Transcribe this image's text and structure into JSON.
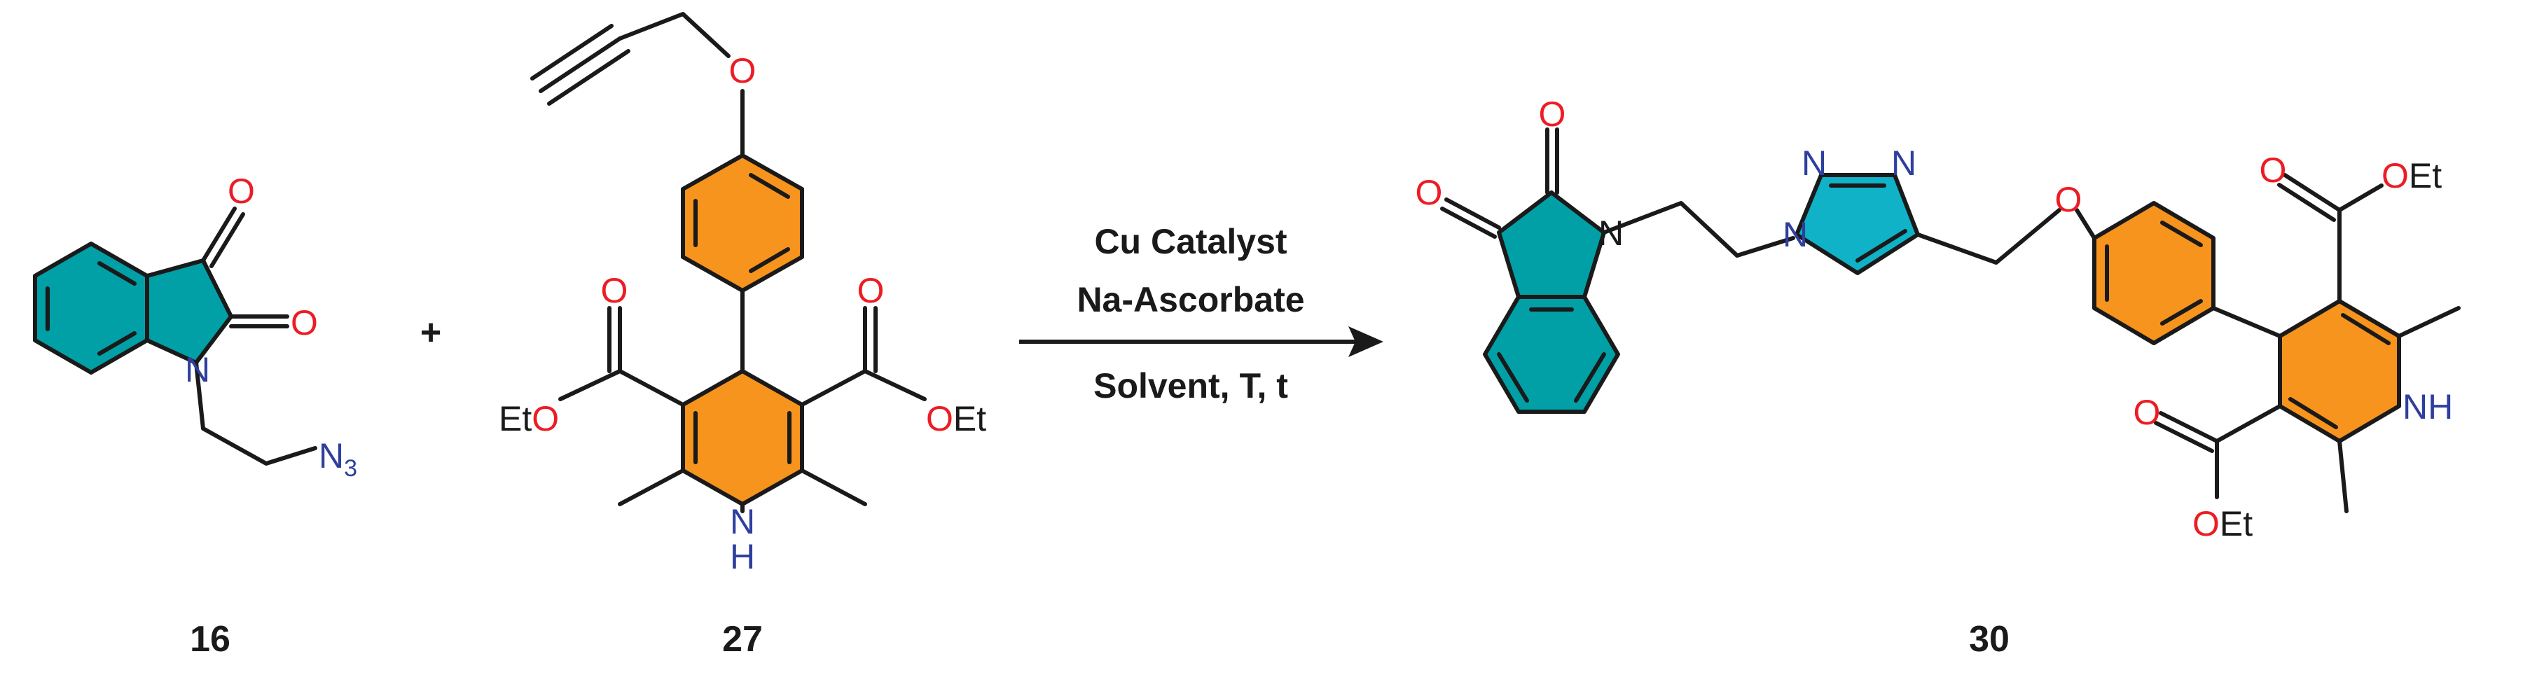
{
  "colors": {
    "bond": "#1a1a1a",
    "oxygen": "#ed1c24",
    "nitrogen": "#2e3f9e",
    "isatin_ring": "#00a0a6",
    "phenyl_ring": "#f7941d",
    "dihydropyridine_ring": "#f7941d",
    "triazole_ring": "#10b2c8"
  },
  "plus_sign": "+",
  "reaction": {
    "conditions_line1": "Cu Catalyst",
    "conditions_line2": "Na-Ascorbate",
    "conditions_line3": "Solvent, T, t"
  },
  "compounds": [
    {
      "id": "16",
      "atoms": {
        "o1": "O",
        "o2": "O",
        "n": "N",
        "azide": "N",
        "azide_sub": "3"
      }
    },
    {
      "id": "27",
      "atoms": {
        "o_ether": "O",
        "o_left_carbonyl": "O",
        "eto_left": "EtO",
        "o_right_carbonyl": "O",
        "oet_right": "OEt",
        "nh_n": "N",
        "nh_h": "H"
      }
    },
    {
      "id": "30",
      "atoms": {
        "o_top": "O",
        "o_left": "O",
        "n_isatin": "N",
        "n_triazole1": "N",
        "n_triazole2": "N",
        "n_triazole3": "N",
        "o_ether": "O",
        "o_top_carbonyl": "O",
        "oet_top": "OEt",
        "nh": "NH",
        "o_bottom_carbonyl": "O",
        "oet_bottom": "OEt"
      }
    }
  ]
}
